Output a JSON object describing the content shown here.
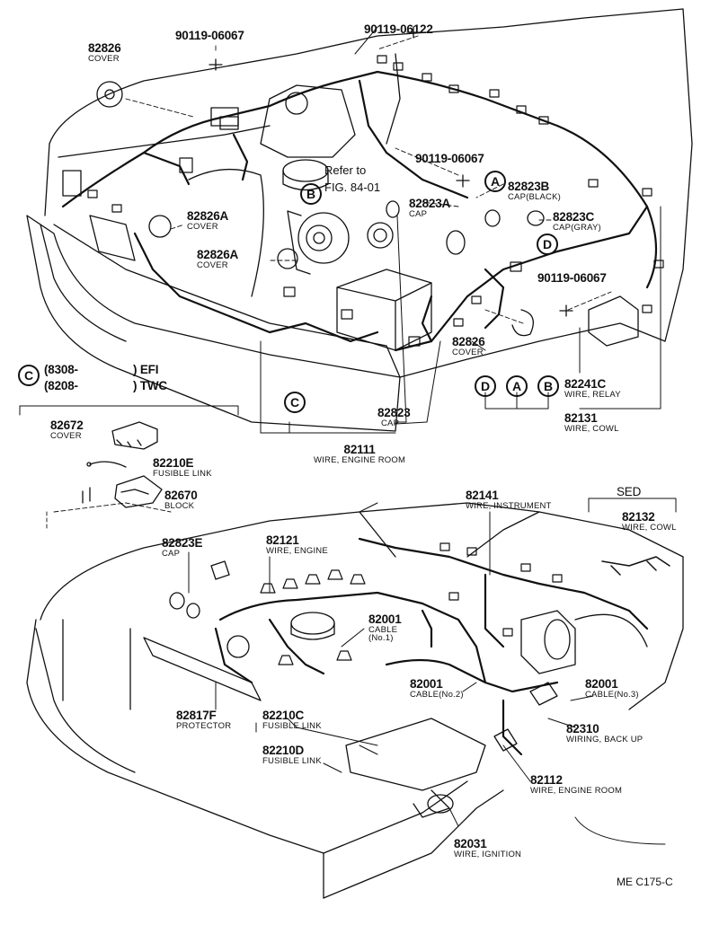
{
  "diagram_id": "ME  C175-C",
  "refer": {
    "line1": "Refer to",
    "line2": "FIG. 84-01"
  },
  "markers": {
    "A": "A",
    "B": "B",
    "C": "C",
    "D": "D"
  },
  "variants": {
    "row1_code": "(8308-",
    "row1_suffix": ") EFI",
    "row2_code": "(8208-",
    "row2_suffix": ") TWC"
  },
  "sed_label": "SED",
  "parts": {
    "p82826_top": {
      "num": "82826",
      "name": "COVER"
    },
    "p90119_06067_a": {
      "num": "90119-06067"
    },
    "p90119_06122": {
      "num": "90119-06122"
    },
    "p90119_06067_b": {
      "num": "90119-06067"
    },
    "p82823b": {
      "num": "82823B",
      "name": "CAP(BLACK)"
    },
    "p82823a": {
      "num": "82823A",
      "name": "CAP"
    },
    "p82823c": {
      "num": "82823C",
      "name": "CAP(GRAY)"
    },
    "p82826a_1": {
      "num": "82826A",
      "name": "COVER"
    },
    "p82826a_2": {
      "num": "82826A",
      "name": "COVER"
    },
    "p90119_06067_c": {
      "num": "90119-06067"
    },
    "p82826_mid": {
      "num": "82826",
      "name": "COVER"
    },
    "p82241c": {
      "num": "82241C",
      "name": "WIRE, RELAY"
    },
    "p82131": {
      "num": "82131",
      "name": "WIRE, COWL"
    },
    "p82823": {
      "num": "82823",
      "name": "CAP"
    },
    "p82111": {
      "num": "82111",
      "name": "WIRE, ENGINE ROOM"
    },
    "p82672": {
      "num": "82672",
      "name": "COVER"
    },
    "p82210e": {
      "num": "82210E",
      "name": "FUSIBLE LINK"
    },
    "p82670": {
      "num": "82670",
      "name": "BLOCK"
    },
    "p82141": {
      "num": "82141",
      "name": "WIRE, INSTRUMENT"
    },
    "p82132": {
      "num": "82132",
      "name": "WIRE, COWL"
    },
    "p82823e": {
      "num": "82823E",
      "name": "CAP"
    },
    "p82121": {
      "num": "82121",
      "name": "WIRE, ENGINE"
    },
    "p82001_1": {
      "num": "82001",
      "name": "CABLE",
      "name2": "(No.1)"
    },
    "p82001_2": {
      "num": "82001",
      "name": "CABLE(No.2)"
    },
    "p82001_3": {
      "num": "82001",
      "name": "CABLE(No.3)"
    },
    "p82817f": {
      "num": "82817F",
      "name": "PROTECTOR"
    },
    "p82210c": {
      "num": "82210C",
      "name": "FUSIBLE LINK"
    },
    "p82210d": {
      "num": "82210D",
      "name": "FUSIBLE LINK"
    },
    "p82310": {
      "num": "82310",
      "name": "WIRING, BACK UP"
    },
    "p82112": {
      "num": "82112",
      "name": "WIRE, ENGINE ROOM"
    },
    "p82031": {
      "num": "82031",
      "name": "WIRE, IGNITION"
    }
  }
}
